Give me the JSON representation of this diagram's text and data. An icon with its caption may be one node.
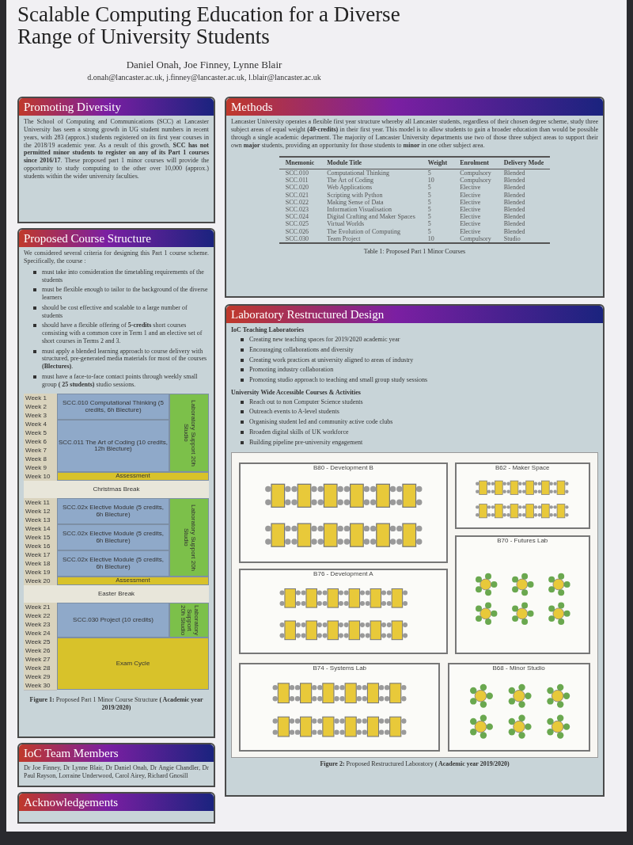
{
  "diagram": {
    "title": "Scalable Computing Education for a Diverse Range of University Students",
    "nodes": [
      {
        "text": [
          "Promoting Diversity",
          "The School of Computing and Communications (SCC) at Lancaster University has seen a strong growth in UG student numbers in recent years, with 283 (approx.) students registered on its first year courses in the 2018/19 academic year. As a result of this growth, **SCC has not permitted minor students to register on any of its Part 1 courses since 2016/17**. These proposed part 1 minor courses will provide the opportunity to study computing to the other over 10,000 (approx.) students within the wider university faculties."
        ]
      },
      {
        "text": [
          "Proposed Course Structure",
          "We considered several criteria for designing this Part 1 course scheme. Specifically, the course :",
          "must take into consideration the timetabling requirements of the students",
          "must be flexible enough to tailor to the background of the diverse learners",
          "should be cost effective and scalable to a large number of students",
          "should have a flexible offering of **5-credits** short courses consisting with a common core in Term 1 and an elective set of short courses in Terms 2 and 3.",
          "must apply a blended learning approach to course delivery with structured, pre-generated media materials for most of the courses **(Blectures)**.",
          "must have a face-to-face contact points through weekly small group **( 25 students)** studio sessions.",
          "**Figure 1:** Proposed Part 1 Minor Course Structure **( Academic year 2019/2020)**"
        ]
      },
      {
        "text": [
          "SCC.010 Computational Thinking (5 credits, 6h Blecture)"
        ],
        "in": 1
      },
      {
        "text": [
          "Laboratory Support 20h Studio"
        ],
        "in": 1
      },
      {
        "text": [
          "SCC.011 The Art of Coding (10 credits, 12h Blecture)"
        ],
        "in": 1
      },
      {
        "text": [
          "Assessment"
        ],
        "in": 1
      },
      {
        "text": [
          "Christmas Break"
        ],
        "in": 1
      },
      {
        "text": [
          "SCC.02x Elective Module (5 credits, 6h Blecture)"
        ],
        "in": 1
      },
      {
        "text": [
          "Laboratory Support 20h Studio"
        ],
        "in": 1
      },
      {
        "text": [
          "SCC.02x Elective Module (5 credits, 6h Blecture)"
        ],
        "in": 1
      },
      {
        "text": [
          "SCC.02x Elective Module (5 credits, 6h Blecture)"
        ],
        "in": 1
      },
      {
        "text": [
          "Assessment"
        ],
        "in": 1
      },
      {
        "text": [
          "Easter Break"
        ],
        "in": 1
      },
      {
        "text": [
          "SCC.030 Project (10 credits)"
        ],
        "in": 1
      },
      {
        "text": [
          "Laboratory Support 20h Studio"
        ],
        "in": 1
      },
      {
        "text": [
          "Exam Cycle"
        ],
        "in": 1
      },
      {
        "text": [
          "IoC Team Members",
          "Dr Joe Finney, Dr Lynne Blair, Dr Daniel Onah, Dr Angie Chandler, Dr Paul Rayson, Lorraine Underwood, Carol Airey, Richard Gnosill"
        ]
      },
      {
        "text": [
          "Acknowledgements"
        ]
      },
      {
        "text": [
          "Methods",
          "Lancaster University operates a flexible first year structure whereby all Lancaster students, regardless of their chosen degree scheme, study three subject areas of equal weight **(40-credits)** in their first year. This model is to allow students to gain a broader education than would be possible through a single academic department. The majority of Lancaster University departments use two of those three subject areas to support their own **major** students, providing an opportunity for those students to **minor** in one other subject area.",
          "Table 1: Proposed Part 1 Minor Courses"
        ]
      },
      {
        "text": [
          "Laboratory Restructured Design",
          "IoC Teaching Laboratories",
          "Creating new teaching spaces for 2019/2020 academic year",
          "Encouraging collaborations and diversity",
          "Creating work practices at university aligned to areas of industry",
          "Promoting industry collaboration",
          "Promoting studio approach to teaching and small group study sessions",
          "University Wide Accessible Courses & Activities",
          "Reach out to non Computer Science students",
          "Outreach events to A-level students",
          "Organising student led and community active code clubs",
          "Broaden digital skills of UK workforce",
          "Building pipeline pre-university engagement",
          "**Figure 2:** Proposed Restructured Laboratory **( Academic year 2019/2020)**"
        ]
      },
      {
        "text": [
          "B80 - Development B"
        ],
        "in": 19
      },
      {
        "text": [
          "B62 - Maker Space"
        ],
        "in": 19
      },
      {
        "text": [
          "B76 - Development A"
        ],
        "in": 19
      },
      {
        "text": [
          "B70 - Futures Lab"
        ],
        "in": 19
      },
      {
        "text": [
          "B74 - Systems Lab"
        ],
        "in": 19
      },
      {
        "text": [
          "B68 - Minor Studio"
        ],
        "in": 19
      }
    ],
    "labels": [
      "Daniel Onah, Joe Finney, Lynne Blair",
      "d.onah@lancaster.ac.uk, j.finney@lancaster.ac.uk, l.blair@lancaster.ac.uk",
      "Week 1",
      "Week 2",
      "Week 3",
      "Week 4",
      "Week 5",
      "Week 6",
      "Week 7",
      "Week 8",
      "Week 9",
      "Week 10",
      "Week 11",
      "Week 12",
      "Week 13",
      "Week 14",
      "Week 15",
      "Week 16",
      "Week 17",
      "Week 18",
      "Week 19",
      "Week 20",
      "Week 21",
      "Week 22",
      "Week 23",
      "Week 24",
      "Week 25",
      "Week 26",
      "Week 27",
      "Week 28",
      "Week 29",
      "Week 30",
      "Mnemonic",
      "Module Title",
      "Weight",
      "Enrolment",
      "Delivery Mode",
      "SCC.010",
      "Computational Thinking",
      "5",
      "Compulsory",
      "Blended",
      "SCC.011",
      "The Art of Coding",
      "10",
      "Compulsory",
      "Blended",
      "SCC.020",
      "Web Applications",
      "5",
      "Elective",
      "Blended",
      "SCC.021",
      "Scripting with Python",
      "5",
      "Elective",
      "Blended",
      "SCC.022",
      "Making Sense of Data",
      "5",
      "Elective",
      "Blended",
      "SCC.023",
      "Information Visualisation",
      "5",
      "Elective",
      "Blended",
      "SCC.024",
      "Digital Crafting and Maker Spaces",
      "5",
      "Elective",
      "Blended",
      "SCC.025",
      "Virtual Worlds",
      "5",
      "Elective",
      "Blended",
      "SCC.026",
      "The Evolution of Computing",
      "5",
      "Elective",
      "Blended",
      "SCC.030",
      "Team Project",
      "10",
      "Compulsory",
      "Studio"
    ]
  }
}
